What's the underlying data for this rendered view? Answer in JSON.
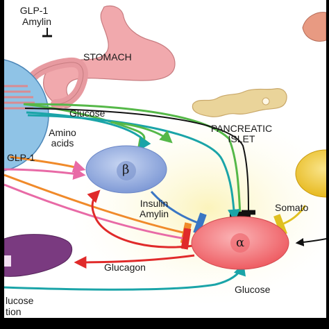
{
  "labels": {
    "glp1_top": "GLP-1",
    "amylin_top": "Amylin",
    "stomach": "STOMACH",
    "glucose_top": "Glucose",
    "amino": "Amino",
    "acids": "acids",
    "pancreatic": "PANCREATIC",
    "islet": "ISLET",
    "glp1_left": "GLP-1",
    "beta": "β",
    "alpha": "α",
    "insulin": "Insulin",
    "amylin_mid": "Amylin",
    "somato": "Somato",
    "glucagon": "Glucagon",
    "glucose_bottom": "Glucose",
    "lucose": "lucose",
    "tion": "tion"
  },
  "colors": {
    "stomach": "#f1a9ad",
    "intestine": "#8fc3e6",
    "pancreas": "#ead49a",
    "beta_cell": "#9cb4e3",
    "alpha_cell": "#f5777c",
    "delta_cell": "#f0c93a",
    "liver": "#7a3a80",
    "brain": "#e89a82",
    "arrow_green": "#55b848",
    "arrow_teal": "#1aa4a8",
    "arrow_pink": "#e86aa6",
    "arrow_red": "#e02a2a",
    "arrow_orange": "#f08a2a",
    "arrow_blue": "#3a76c4",
    "arrow_yellow": "#e0c020"
  }
}
